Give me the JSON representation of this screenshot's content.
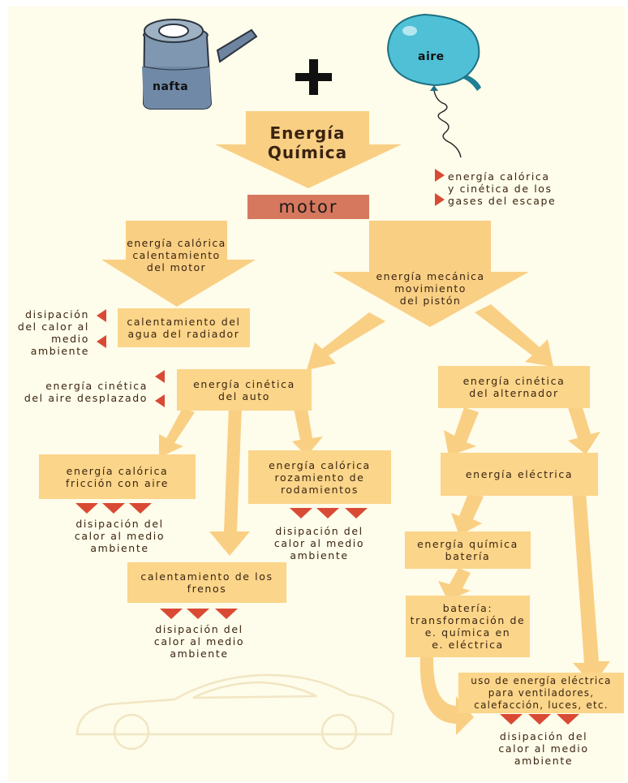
{
  "inputs": {
    "left": "nafta",
    "operator": "+",
    "right": "aire"
  },
  "main_arrow": "Energía\nQuímica",
  "motor": "motor",
  "exhaust": "energía calórica\ny cinética de los\ngases del escape",
  "heat_arrow": "energía calórica\ncalentamiento\ndel motor",
  "mech_arrow": "energía mecánica\nmovimiento\ndel pistón",
  "radiator_box": "calentamiento del\nagua del radiador",
  "radiator_loss": "disipación\ndel calor al\nmedio\nambiente",
  "kinetic_auto_box": "energía cinética\ndel auto",
  "air_displaced": "energía cinética\ndel aire desplazado",
  "alternator_box": "energía cinética\ndel alternador",
  "air_friction_box": "energía calórica\nfricción con aire",
  "bearings_box": "energía calórica\nrozamiento de\nrodamientos",
  "electric_box": "energía eléctrica",
  "brakes_box": "calentamiento de los\nfrenos",
  "chem_battery_box": "energía química\nbatería",
  "battery_transform_box": "batería:\ntransformación de\ne. química en\ne. eléctrica",
  "uses_box": "uso de energía eléctrica\npara ventiladores,\ncalefacción, luces, etc.",
  "loss_friction": "disipación del\ncalor al medio\nambiente",
  "loss_bearings": "disipación del\ncalor al medio\nambiente",
  "loss_brakes": "disipación del\ncalor al medio\nambiente",
  "loss_uses": "disipación del\ncalor al medio\nambiente",
  "colors": {
    "arrow": "#f9cf84",
    "box": "#fbd58a",
    "motor": "#d6785e",
    "marker": "#d94a35",
    "balloon": "#4fc0d6",
    "can": "#7f97b0",
    "text": "#3a2410",
    "background": "#fefcea"
  }
}
